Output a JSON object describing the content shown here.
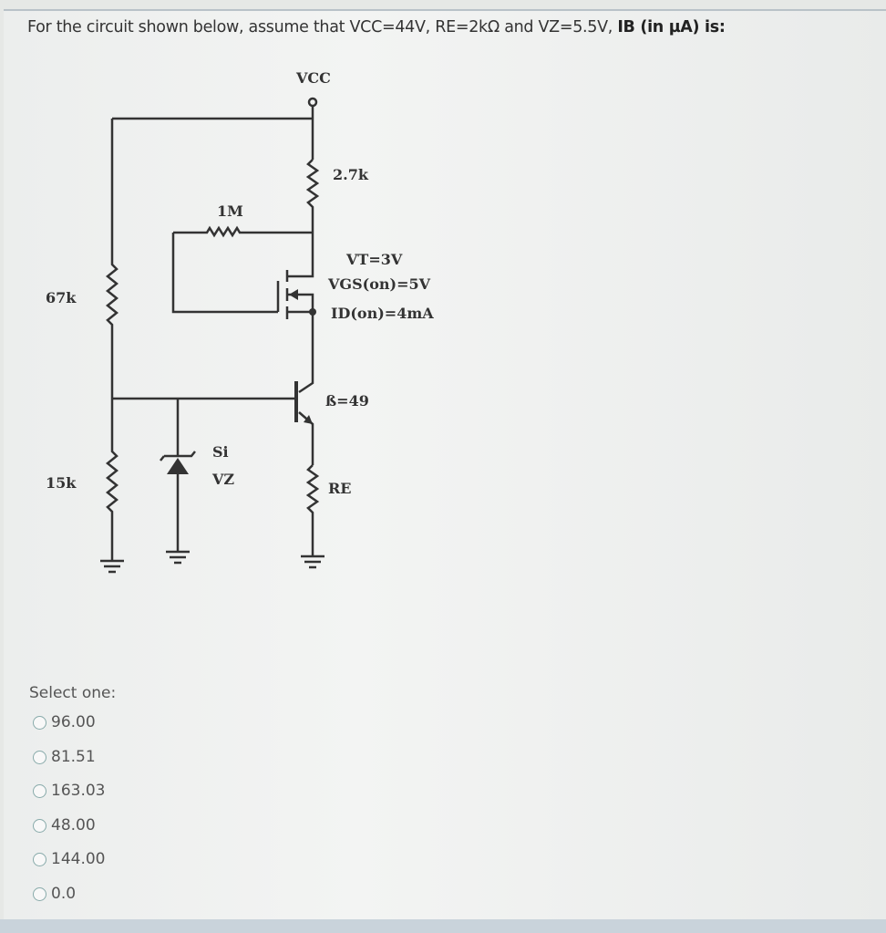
{
  "question": {
    "text": "For the circuit shown below, assume that VCC=44V, RE=2kΩ and VZ=5.5V, ",
    "emphasis": "IB (in µA) is:"
  },
  "circuit": {
    "vcc": "VCC",
    "rc": "2.7k",
    "rg": "1M",
    "r1": "67k",
    "r2": "15k",
    "vt": "VT=3V",
    "vgs": "VGS(on)=5V",
    "id": "ID(on)=4mA",
    "beta": "ß=49",
    "diode_type": "Si",
    "diode_label": "VZ",
    "re": "RE"
  },
  "answer": {
    "prompt": "Select one:",
    "options": [
      "96.00",
      "81.51",
      "163.03",
      "48.00",
      "144.00",
      "0.0"
    ]
  }
}
